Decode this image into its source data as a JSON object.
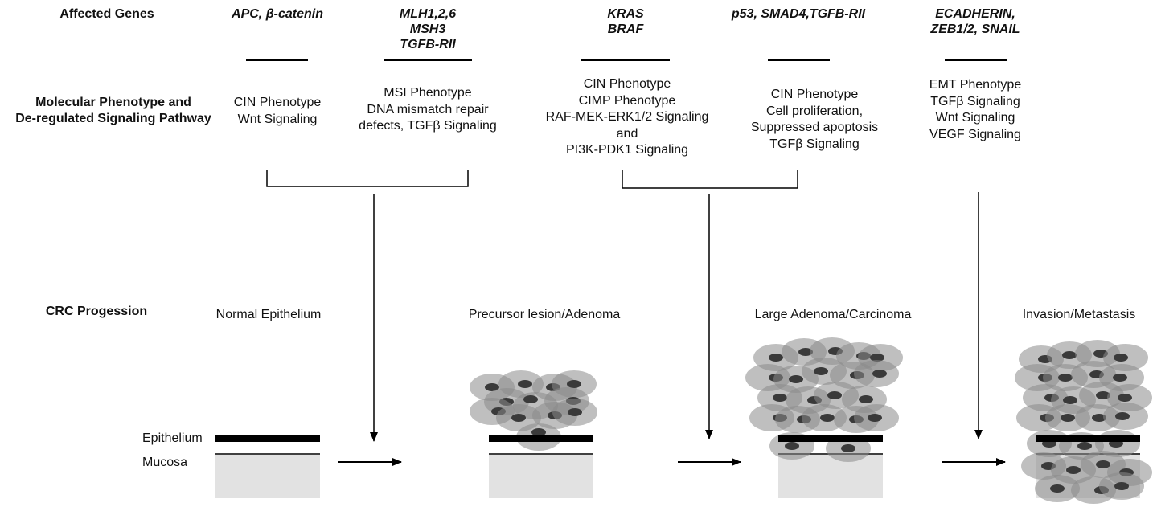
{
  "row_labels": {
    "genes": "Affected Genes",
    "phenotype": "Molecular Phenotype and\nDe-regulated Signaling Pathway",
    "progression": "CRC Progession"
  },
  "columns": [
    {
      "genes": "APC, β-catenin",
      "phenotype": "CIN Phenotype\nWnt Signaling"
    },
    {
      "genes": "MLH1,2,6\nMSH3\nTGFB-RII",
      "phenotype": "MSI Phenotype\nDNA mismatch repair\ndefects, TGFβ Signaling"
    },
    {
      "genes": "KRAS\nBRAF",
      "phenotype": "CIN Phenotype\nCIMP Phenotype\nRAF-MEK-ERK1/2 Signaling\nand\nPI3K-PDK1 Signaling"
    },
    {
      "genes": "p53, SMAD4,TGFB-RII",
      "phenotype": "CIN Phenotype\nCell proliferation,\nSuppressed apoptosis\nTGFβ Signaling"
    },
    {
      "genes": "ECADHERIN,\nZEB1/2, SNAIL",
      "phenotype": "EMT Phenotype\nTGFβ Signaling\nWnt Signaling\nVEGF Signaling"
    }
  ],
  "stages": [
    "Normal Epithelium",
    "Precursor lesion/Adenoma",
    "Large Adenoma/Carcinoma",
    "Invasion/Metastasis"
  ],
  "layers": {
    "epithelium": "Epithelium",
    "mucosa": "Mucosa"
  },
  "colors": {
    "cell_fill": "#8a8a8a",
    "nucleus": "#3a3a3a",
    "mucosa_fill": "#e2e2e2",
    "line": "#000000"
  }
}
